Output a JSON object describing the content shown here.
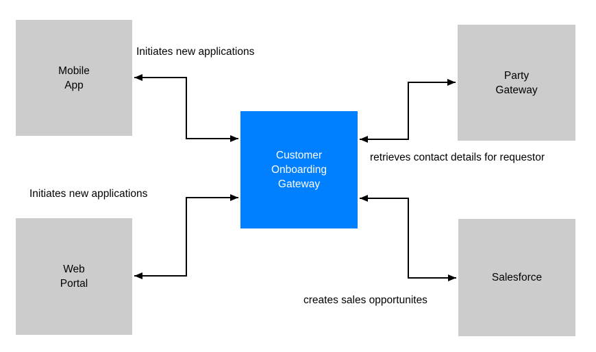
{
  "diagram": {
    "colors": {
      "background": "#ffffff",
      "node_fill": "#cccccc",
      "node_text": "#000000",
      "gateway_fill": "#007fff",
      "gateway_text": "#ffffff",
      "connector": "#000000"
    },
    "nodes": [
      {
        "id": "mobile-app",
        "label": "Mobile\nApp"
      },
      {
        "id": "web-portal",
        "label": "Web\nPortal"
      },
      {
        "id": "customer-onboarding-gateway",
        "label": "Customer\nOnboarding\nGateway"
      },
      {
        "id": "party-gateway",
        "label": "Party\nGateway"
      },
      {
        "id": "salesforce",
        "label": "Salesforce"
      }
    ],
    "edges": [
      {
        "from": "customer-onboarding-gateway",
        "to": "mobile-app",
        "direction": "bidirectional",
        "label": "Initiates new applications"
      },
      {
        "from": "customer-onboarding-gateway",
        "to": "web-portal",
        "direction": "bidirectional",
        "label": "Initiates new applications"
      },
      {
        "from": "customer-onboarding-gateway",
        "to": "party-gateway",
        "direction": "bidirectional",
        "label": "retrieves contact details for requestor"
      },
      {
        "from": "customer-onboarding-gateway",
        "to": "salesforce",
        "direction": "bidirectional",
        "label": "creates sales opportunites"
      }
    ]
  }
}
